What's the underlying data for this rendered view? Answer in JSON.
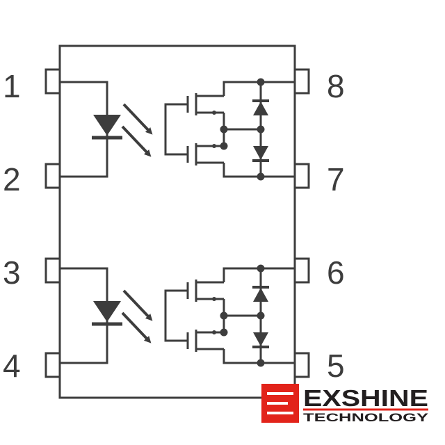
{
  "pins": {
    "p1": "1",
    "p2": "2",
    "p3": "3",
    "p4": "4",
    "p5": "5",
    "p6": "6",
    "p7": "7",
    "p8": "8"
  },
  "logo": {
    "name": "EXSHINE",
    "tagline": "TECHNOLOGY",
    "accent_color": "#e2231a"
  },
  "colors": {
    "stroke": "#3d3d3d"
  }
}
